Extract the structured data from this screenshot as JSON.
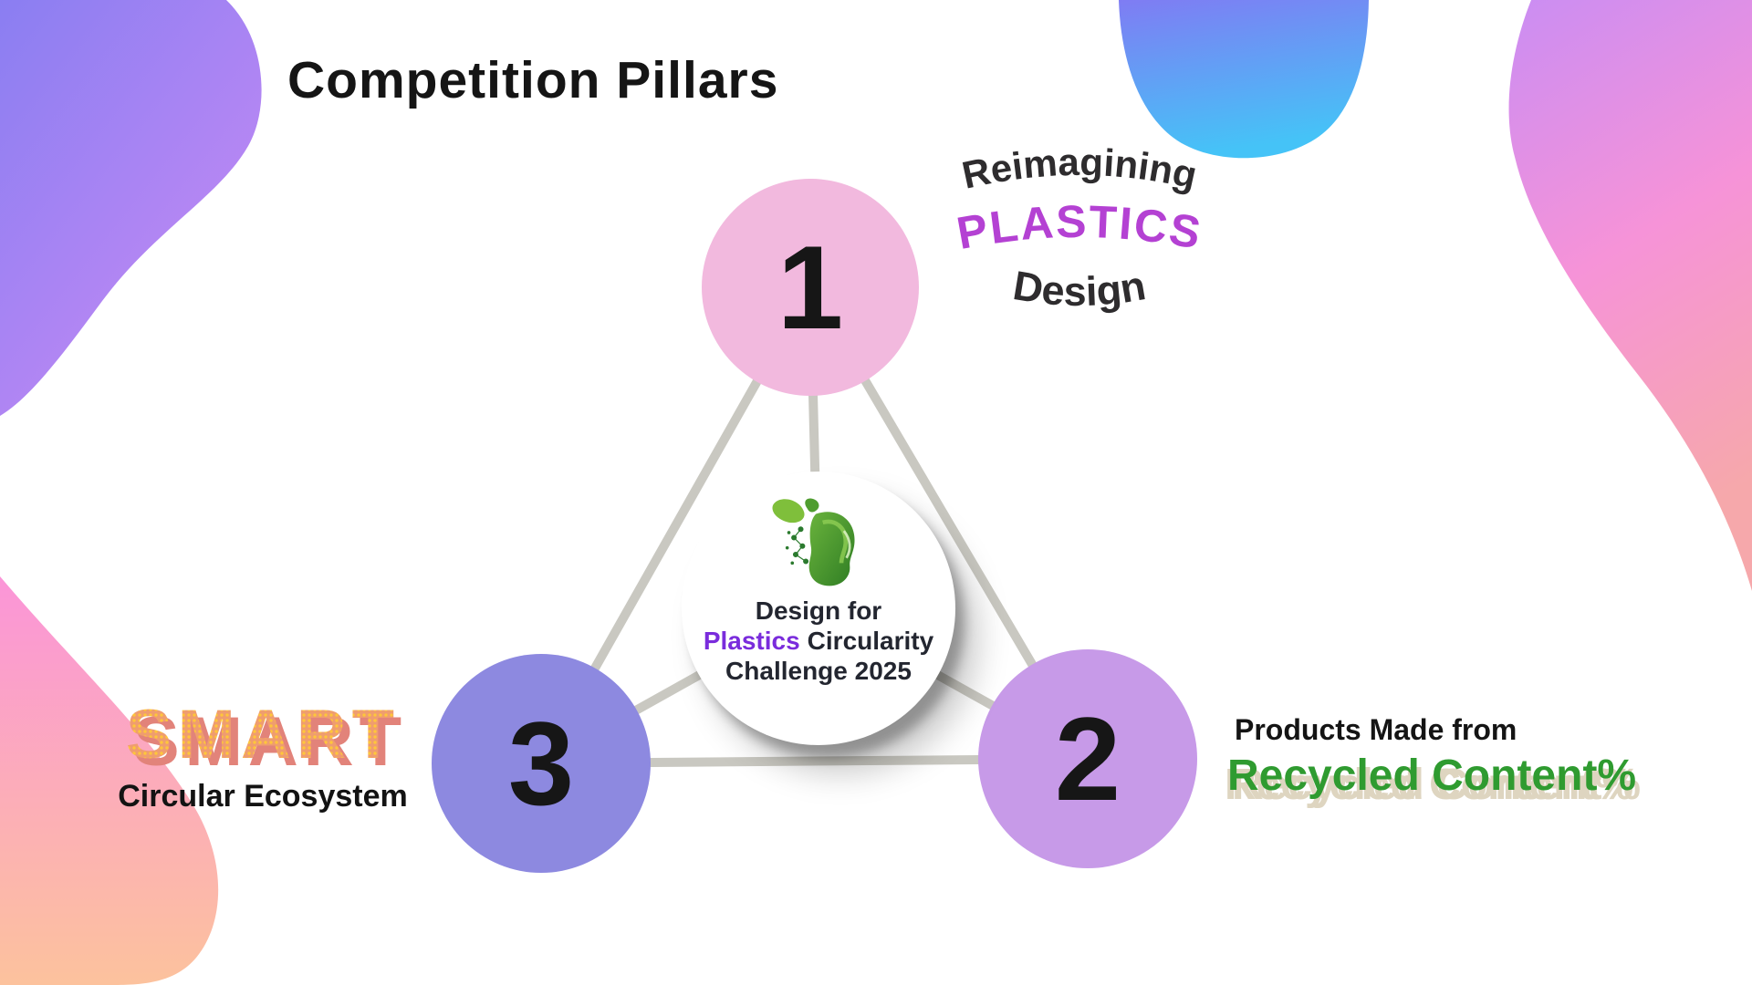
{
  "slide": {
    "title": "Competition Pillars"
  },
  "center_badge": {
    "logo_icon": "leaf-head-logo",
    "line1": "Design for",
    "line2_accent": "Plastics",
    "line2_rest": "Circularity",
    "line3": "Challenge 2025"
  },
  "pillars": [
    {
      "number": "1",
      "position": "top",
      "label": {
        "line1": "Reimagining",
        "line2": "PLASTICS",
        "line3": "Design"
      }
    },
    {
      "number": "2",
      "position": "bottom-right",
      "label": {
        "line1": "Products Made from",
        "line2": "Recycled Content%"
      }
    },
    {
      "number": "3",
      "position": "bottom-left",
      "label": {
        "line1": "SMART",
        "line2": "Circular Ecosystem"
      }
    }
  ],
  "colors": {
    "background": "#ffffff",
    "title_text": "#151515",
    "connector_line": "#c9c8c1",
    "pillar1_circle": "#f2b9de",
    "pillar2_circle": "#c79ae8",
    "pillar3_circle": "#8d89e0",
    "number_text": "#161616",
    "wordmark_dark": "#2e2c2e",
    "wordmark_purple": "#b441d3",
    "badge_text": "#232630",
    "badge_accent_purple": "#7a2cdc",
    "recycled_green": "#2f9b30",
    "recycled_shadow_beige": "#ded5c0",
    "smart_dot_yellow": "#fec63b",
    "smart_extrude_salmon": "#e2837a",
    "blob_top_left": [
      "#8a7ef2",
      "#c78af4"
    ],
    "blob_blue": [
      "#7f7cf3",
      "#45c3f7"
    ],
    "blob_right": [
      "#ca8df3",
      "#f693d8",
      "#f6a8ab"
    ],
    "blob_bottom_left": [
      "#fb95d8",
      "#fcc29d"
    ]
  }
}
